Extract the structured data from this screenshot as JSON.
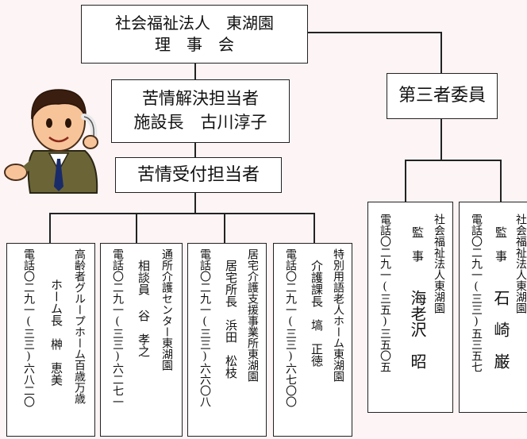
{
  "board": {
    "line1": "社会福祉法人　東湖園",
    "line2": "理　事　会"
  },
  "complaint_resolver": {
    "line1": "苦情解決担当者",
    "line2": "施設長　古川淳子"
  },
  "complaint_receiver": {
    "label": "苦情受付担当者"
  },
  "third_party": {
    "label": "第三者委員"
  },
  "facilities": [
    {
      "name": "高齢者グループホーム百歳万歳",
      "role": "ホーム長　榊　恵美",
      "phone": "電話〇二九一(三三)六八二〇"
    },
    {
      "name": "通所介護センター東湖園",
      "role": "相談員 谷　孝之",
      "phone": "電話〇二九一(三三)六二七一"
    },
    {
      "name": "居宅介護支援事業所東湖園",
      "role": "居宅所長　浜田　松枝",
      "phone": "電話〇二九一(三三)六六〇八"
    },
    {
      "name": "特別用語老人ホーム東湖園",
      "role": "介護課長　塙　正徳",
      "phone": "電話〇二九一(三三)六七〇〇"
    }
  ],
  "auditors": [
    {
      "org": "社会福祉法人東湖園",
      "title": "監　事",
      "name": "海老沢　昭",
      "phone": "電話〇二九一(三五)三五〇五"
    },
    {
      "org": "社会福祉法人東湖園",
      "title": "監　事",
      "name": "石　崎　巌",
      "phone": "電話〇二九一(三三)五三五七"
    }
  ]
}
